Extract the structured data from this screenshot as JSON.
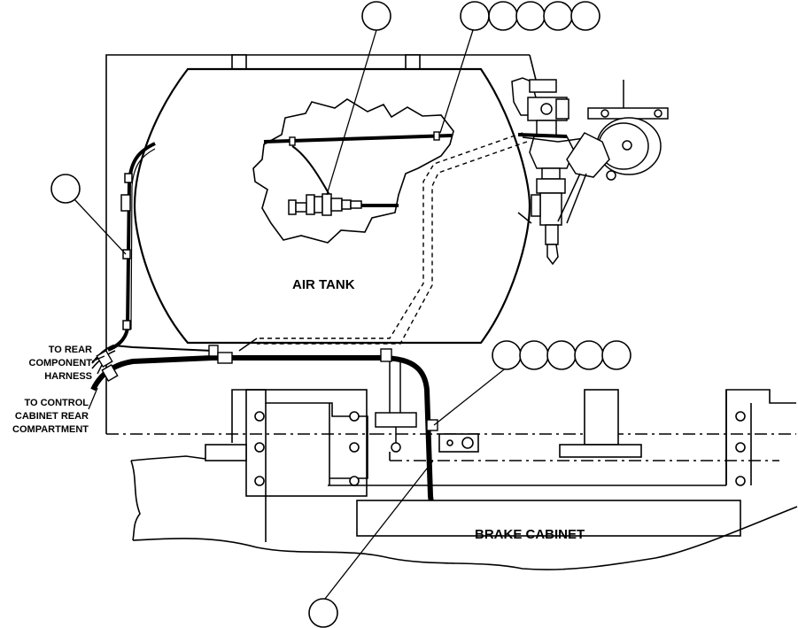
{
  "labels": {
    "air_tank": "AIR TANK",
    "brake_cabinet": "BRAKE CABINET",
    "to_rear_component_harness": "TO REAR\nCOMPONENT\nHARNESS",
    "to_control_cabinet": "TO CONTROL\nCABINET REAR\nCOMPARTMENT"
  },
  "callouts": [
    {
      "id": "callout-fitting-inside-tank",
      "text": ""
    },
    {
      "id": "callout-top-tank-line",
      "text": ""
    },
    {
      "id": "callout-left-hose",
      "text": ""
    },
    {
      "id": "callout-hose-clamp",
      "text": ""
    },
    {
      "id": "callout-cabinet-hose-end",
      "text": ""
    }
  ],
  "colors": {
    "ink": "#000000",
    "paper": "#ffffff"
  }
}
